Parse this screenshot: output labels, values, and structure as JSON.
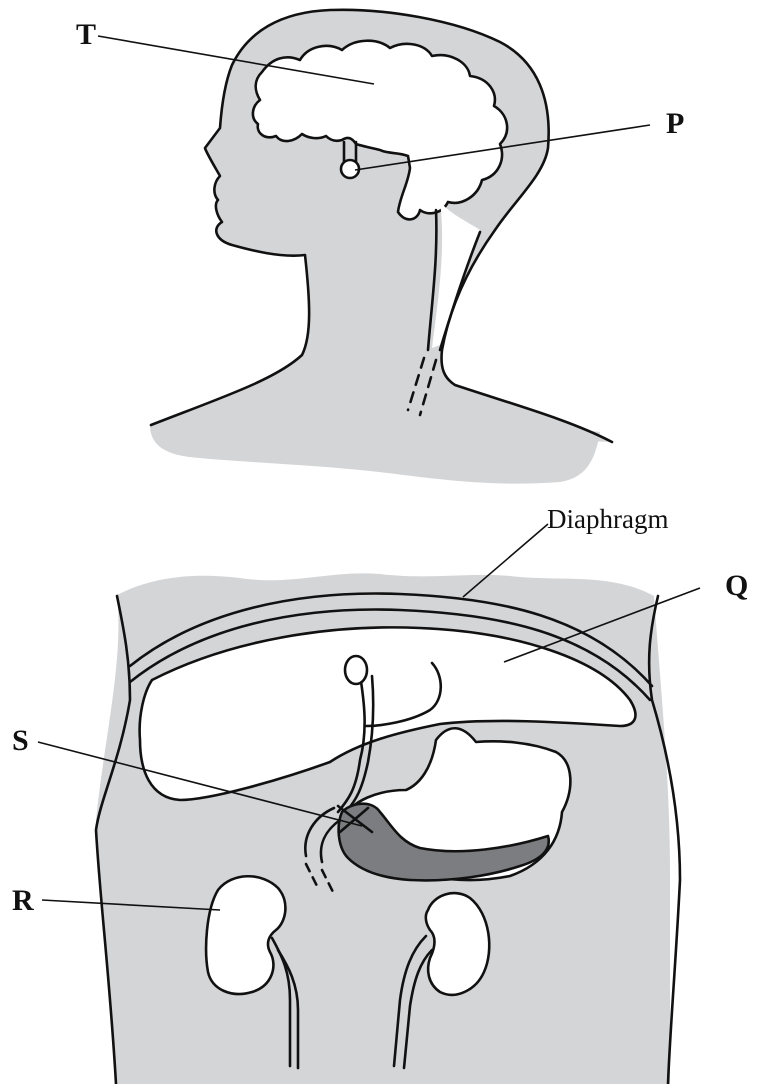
{
  "labels": {
    "T": "T",
    "P": "P",
    "diaphragm": "Diaphragm",
    "Q": "Q",
    "S": "S",
    "R": "R"
  },
  "colors": {
    "tissue_fill": "#d4d5d7",
    "organ_fill": "#ffffff",
    "shaded_organ_fill": "#7c7d80",
    "line": "#111111"
  }
}
